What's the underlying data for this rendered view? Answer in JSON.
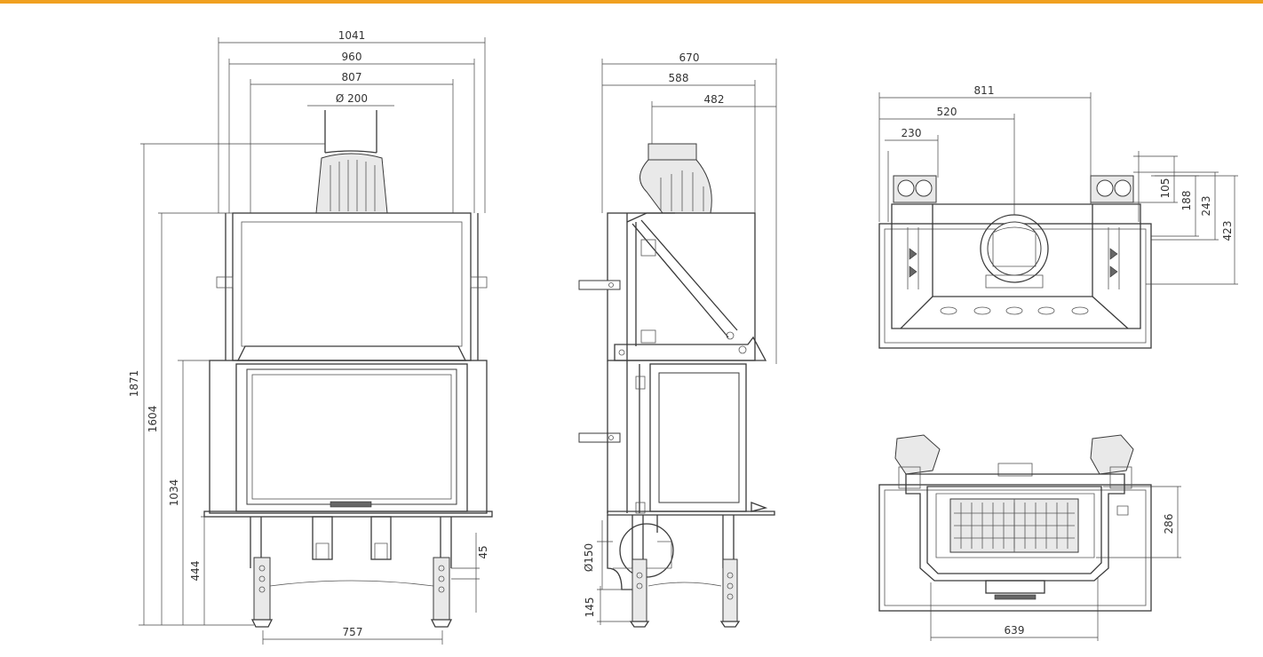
{
  "colors": {
    "accent_bar": "#f0a020",
    "line": "#3a3a3a"
  },
  "front_view": {
    "overall_width": "1041",
    "body_width": "960",
    "inner_width": "807",
    "flue_diameter": "Ø 200",
    "overall_height": "1871",
    "body_height": "1604",
    "door_top_height": "1034",
    "leg_height": "444",
    "leg_adjust": "45",
    "leg_spacing": "757"
  },
  "side_view": {
    "overall_depth": "670",
    "body_depth": "588",
    "flue_offset": "482",
    "air_inlet_diameter": "Ø150",
    "air_inlet_height": "145"
  },
  "top_view": {
    "width": "811",
    "flue_offset": "520",
    "bracket_offset": "230",
    "dim_105": "105",
    "dim_188": "188",
    "dim_243": "243",
    "dim_423": "423"
  },
  "bottom_view": {
    "depth": "286",
    "width": "639"
  }
}
